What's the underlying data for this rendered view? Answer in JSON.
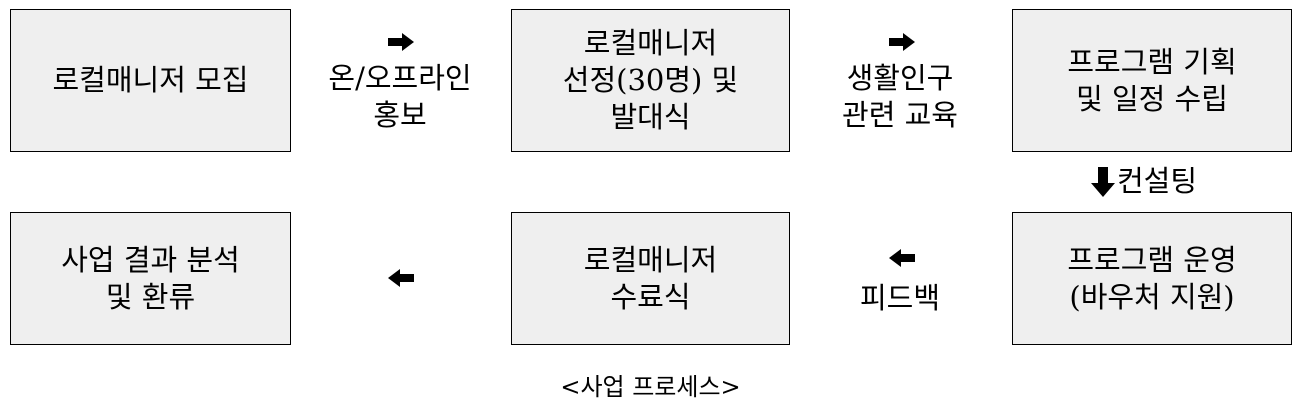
{
  "steps": [
    {
      "label": "로컬매니저 모집"
    },
    {
      "label": "로컬매니저\n선정(30명) 및\n발대식"
    },
    {
      "label": "프로그램 기획\n및 일정 수립"
    },
    {
      "label": "프로그램 운영\n(바우처 지원)"
    },
    {
      "label": "로컬매니저\n수료식"
    },
    {
      "label": "사업 결과 분석\n및 환류"
    }
  ],
  "connectors": [
    {
      "label": "온/오프라인\n홍보",
      "direction": "right"
    },
    {
      "label": "생활인구\n관련 교육",
      "direction": "right"
    },
    {
      "label": "컨설팅",
      "direction": "down"
    },
    {
      "label": "피드백",
      "direction": "left"
    },
    {
      "label": "",
      "direction": "left"
    }
  ],
  "caption": "<사업 프로세스>",
  "colors": {
    "box_fill": "#efefef",
    "border": "#000000"
  }
}
